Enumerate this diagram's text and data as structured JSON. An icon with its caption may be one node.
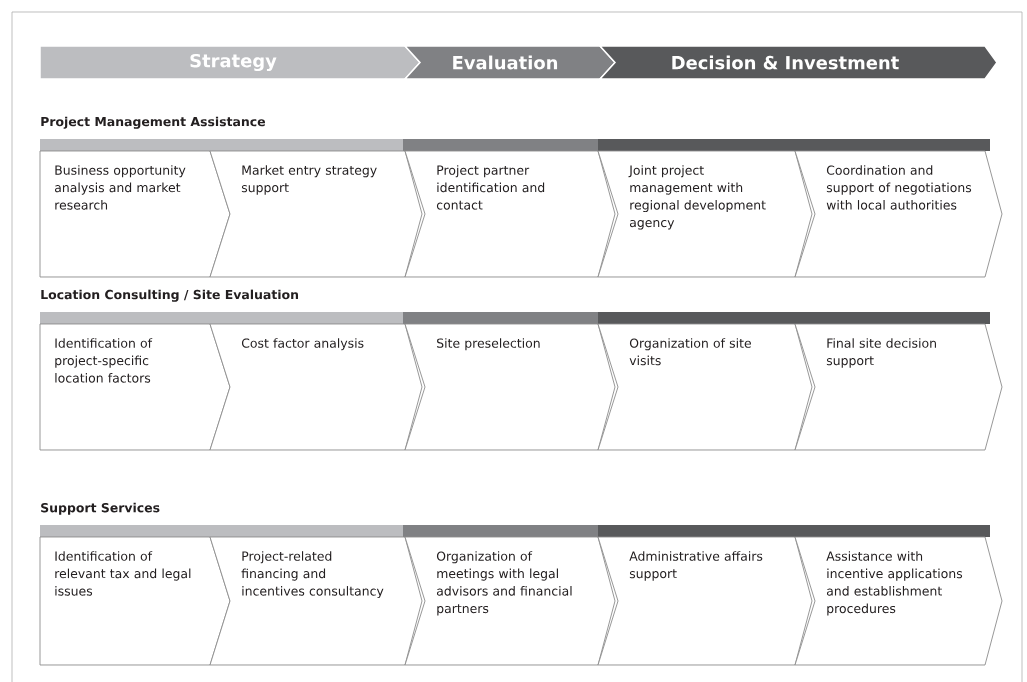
{
  "diagram": {
    "nodes": [
      {
        "text": [
          "Strategy"
        ]
      },
      {
        "text": [
          "Evaluation"
        ]
      },
      {
        "text": [
          "Decision & Investment"
        ]
      },
      {
        "text": [
          "Business opportunity analysis and market research"
        ]
      },
      {
        "text": [
          "Market entry strategy support"
        ]
      },
      {
        "text": [
          "Project partner identification and contact"
        ]
      },
      {
        "text": [
          "Joint project management with regional development agency"
        ]
      },
      {
        "text": [
          "Coordination and support of negotiations with local authorities"
        ]
      },
      {
        "text": [
          "Identification of project-specific location factors"
        ]
      },
      {
        "text": [
          "Cost factor analysis"
        ]
      },
      {
        "text": [
          "Site preselection"
        ]
      },
      {
        "text": [
          "Organization of site visits"
        ]
      },
      {
        "text": [
          "Final site decision support"
        ]
      },
      {
        "text": [
          "Identification of relevant tax and legal issues"
        ]
      },
      {
        "text": [
          "Project-related financing and incentives consultancy"
        ]
      },
      {
        "text": [
          "Organization of meetings with legal advisors and financial partners"
        ]
      },
      {
        "text": [
          "Administrative affairs support"
        ]
      },
      {
        "text": [
          "Assistance with incentive applications and establishment procedures"
        ]
      }
    ],
    "labels": [
      "Project Management Assistance",
      "Location Consulting / Site Evaluation",
      "Support Services"
    ]
  }
}
